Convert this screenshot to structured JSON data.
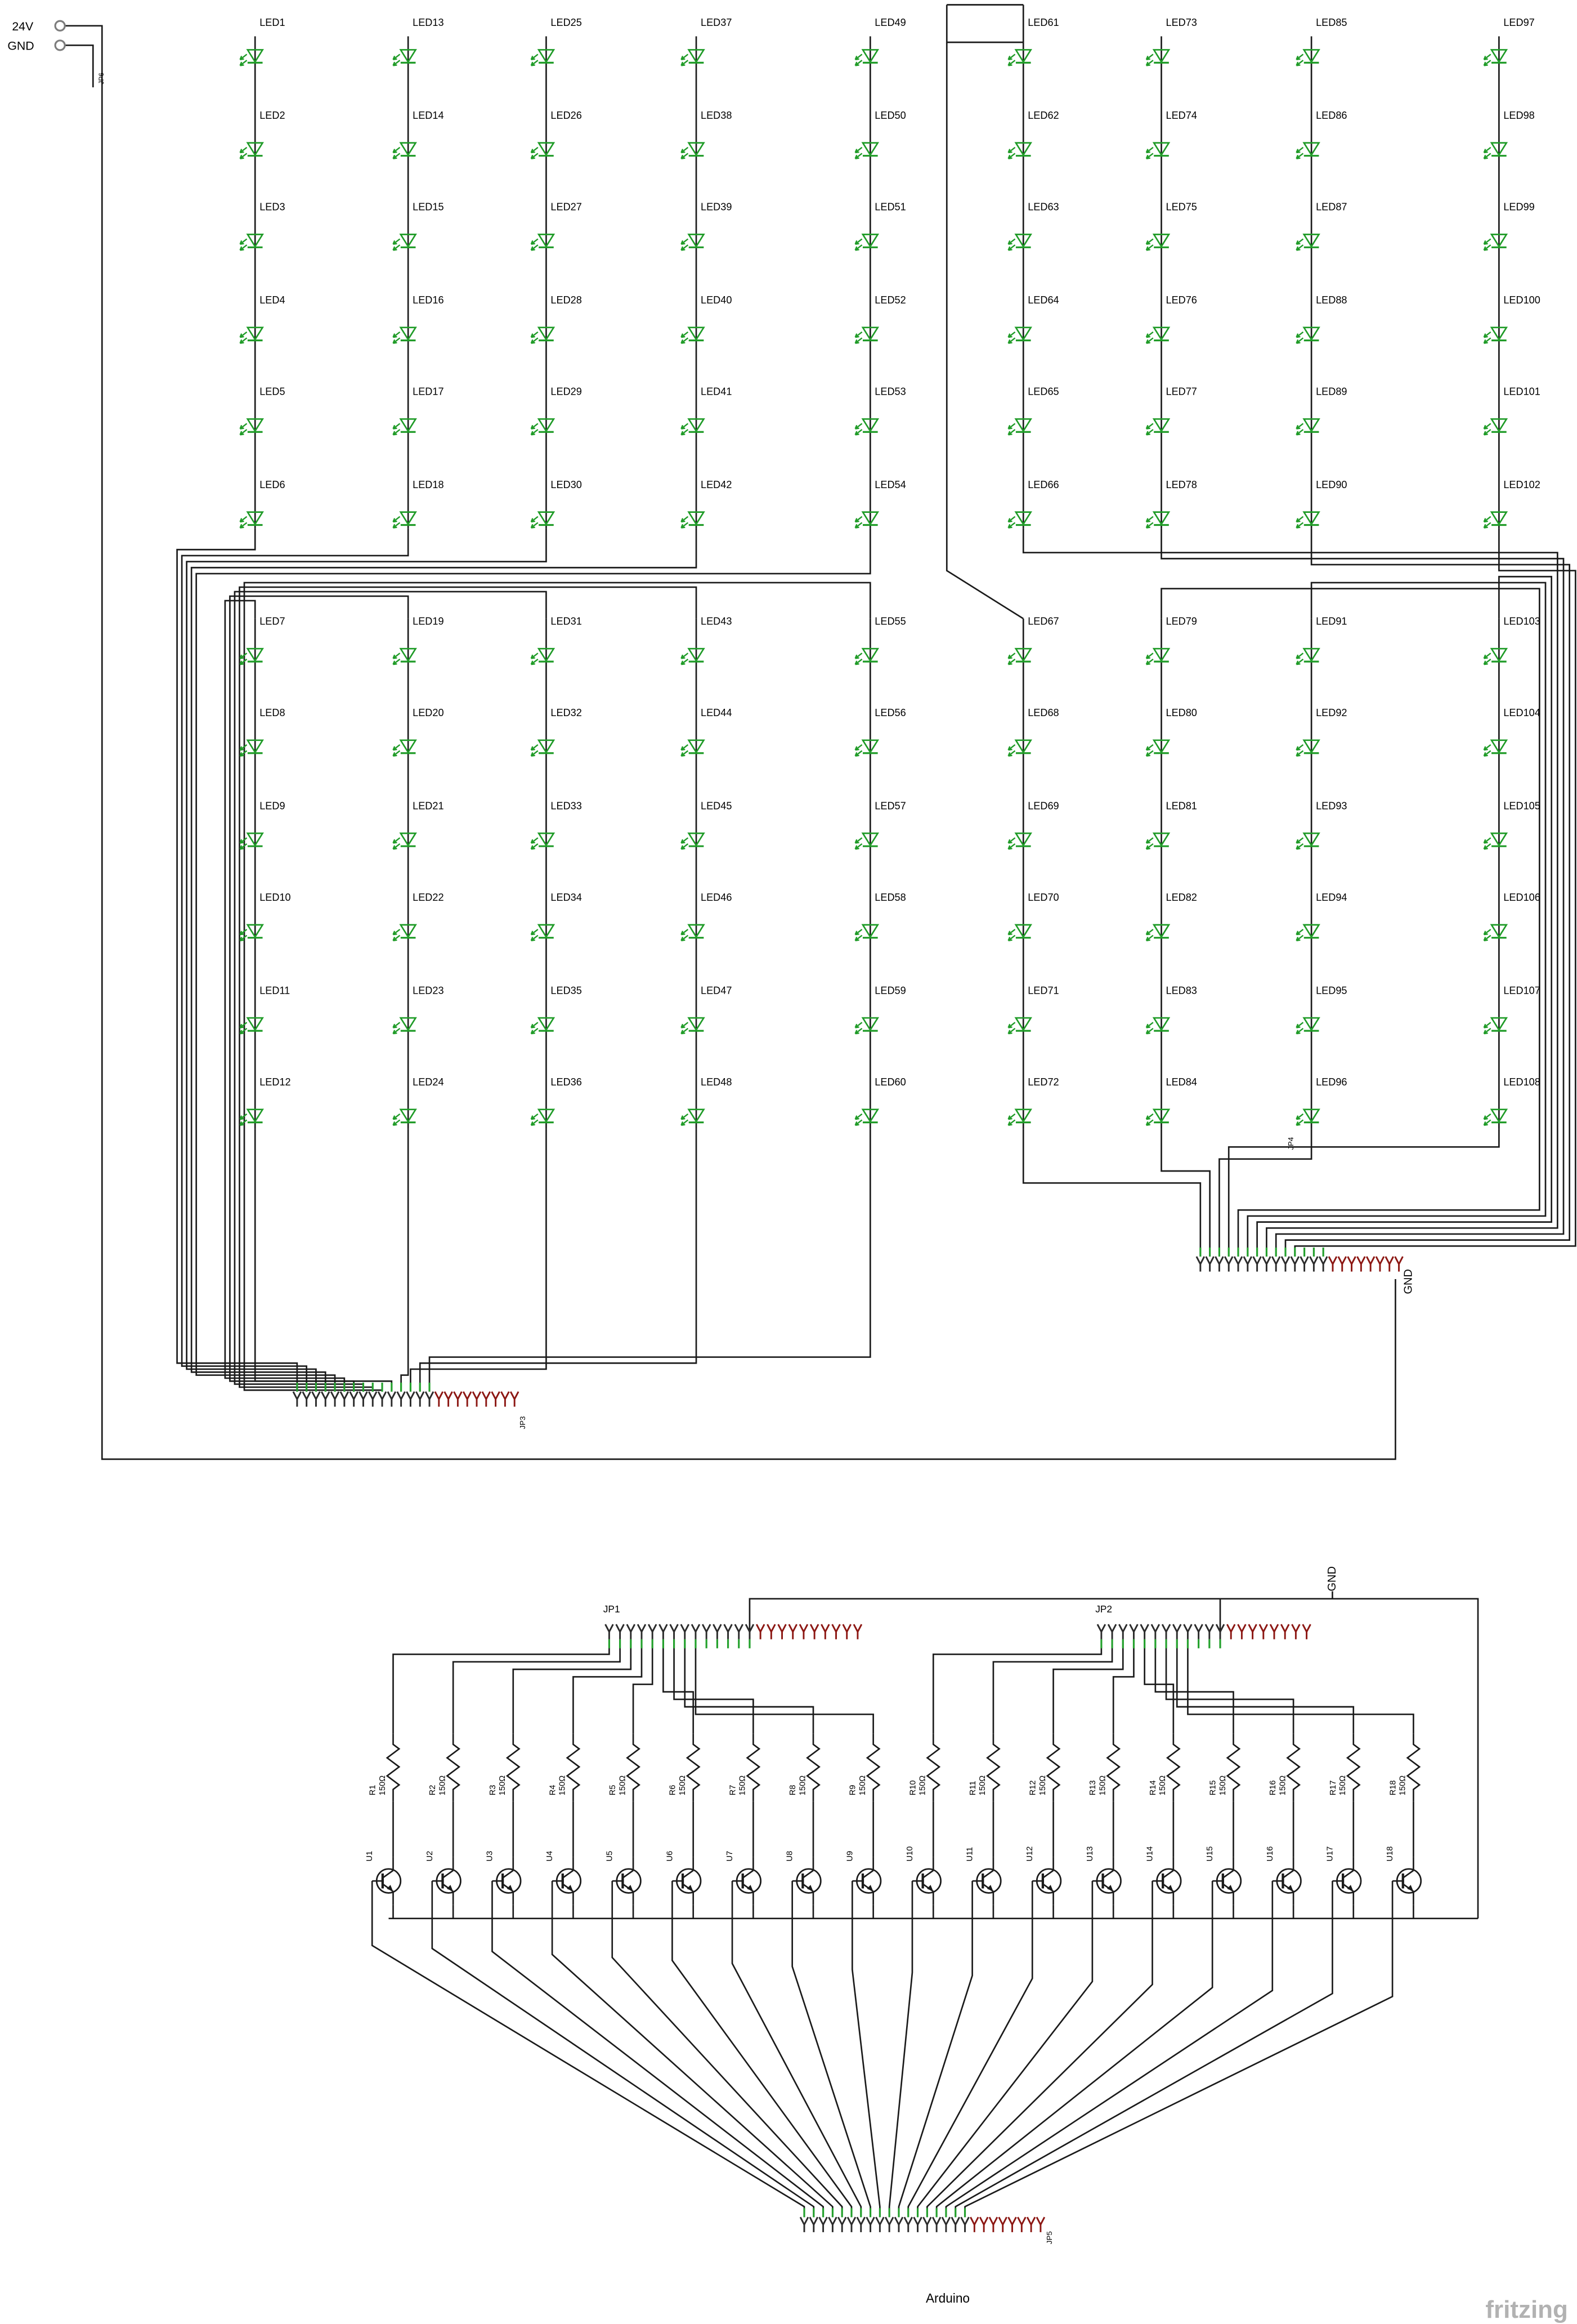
{
  "power": {
    "v24_label": "24V",
    "gnd_label": "GND",
    "terminal_label": "JP6"
  },
  "leds": [
    "LED1",
    "LED2",
    "LED3",
    "LED4",
    "LED5",
    "LED6",
    "LED7",
    "LED8",
    "LED9",
    "LED10",
    "LED11",
    "LED12",
    "LED13",
    "LED14",
    "LED15",
    "LED16",
    "LED17",
    "LED18",
    "LED19",
    "LED20",
    "LED21",
    "LED22",
    "LED23",
    "LED24",
    "LED25",
    "LED26",
    "LED27",
    "LED28",
    "LED29",
    "LED30",
    "LED31",
    "LED32",
    "LED33",
    "LED34",
    "LED35",
    "LED36",
    "LED37",
    "LED38",
    "LED39",
    "LED40",
    "LED41",
    "LED42",
    "LED43",
    "LED44",
    "LED45",
    "LED46",
    "LED47",
    "LED48",
    "LED49",
    "LED50",
    "LED51",
    "LED52",
    "LED53",
    "LED54",
    "LED55",
    "LED56",
    "LED57",
    "LED58",
    "LED59",
    "LED60",
    "LED61",
    "LED62",
    "LED63",
    "LED64",
    "LED65",
    "LED66",
    "LED67",
    "LED68",
    "LED69",
    "LED70",
    "LED71",
    "LED72",
    "LED73",
    "LED74",
    "LED75",
    "LED76",
    "LED77",
    "LED78",
    "LED79",
    "LED80",
    "LED81",
    "LED82",
    "LED83",
    "LED84",
    "LED85",
    "LED86",
    "LED87",
    "LED88",
    "LED89",
    "LED90",
    "LED91",
    "LED92",
    "LED93",
    "LED94",
    "LED95",
    "LED96",
    "LED97",
    "LED98",
    "LED99",
    "LED100",
    "LED101",
    "LED102",
    "LED103",
    "LED104",
    "LED105",
    "LED106",
    "LED107",
    "LED108"
  ],
  "resistors": [
    {
      "label": "R1",
      "value": "150Ω"
    },
    {
      "label": "R2",
      "value": "150Ω"
    },
    {
      "label": "R3",
      "value": "150Ω"
    },
    {
      "label": "R4",
      "value": "150Ω"
    },
    {
      "label": "R5",
      "value": "150Ω"
    },
    {
      "label": "R6",
      "value": "150Ω"
    },
    {
      "label": "R7",
      "value": "150Ω"
    },
    {
      "label": "R8",
      "value": "150Ω"
    },
    {
      "label": "R9",
      "value": "150Ω"
    },
    {
      "label": "R10",
      "value": "150Ω"
    },
    {
      "label": "R11",
      "value": "150Ω"
    },
    {
      "label": "R12",
      "value": "150Ω"
    },
    {
      "label": "R13",
      "value": "150Ω"
    },
    {
      "label": "R14",
      "value": "150Ω"
    },
    {
      "label": "R15",
      "value": "150Ω"
    },
    {
      "label": "R16",
      "value": "150Ω"
    },
    {
      "label": "R17",
      "value": "150Ω"
    },
    {
      "label": "R18",
      "value": "150Ω"
    }
  ],
  "transistors": [
    "U1",
    "U2",
    "U3",
    "U4",
    "U5",
    "U6",
    "U7",
    "U8",
    "U9",
    "U10",
    "U11",
    "U12",
    "U13",
    "U14",
    "U15",
    "U16",
    "U17",
    "U18"
  ],
  "connectors": {
    "jp1": "JP1",
    "jp2": "JP2",
    "jp3": "JP3",
    "jp4": "JP4",
    "jp5": "JP5"
  },
  "gnd_labels": {
    "panel": "GND",
    "driver": "GND"
  },
  "arduino_label": "Arduino",
  "watermark": "fritzing",
  "colors": {
    "wire": "#1a1a1a",
    "led": "#1f9b27",
    "stub": "#24a12d",
    "pin": "#2b2b2b",
    "unconnected": "#8c1713",
    "text": "#000000",
    "terminal": "#7d7d7d",
    "watermark": "#b2b2b2"
  }
}
